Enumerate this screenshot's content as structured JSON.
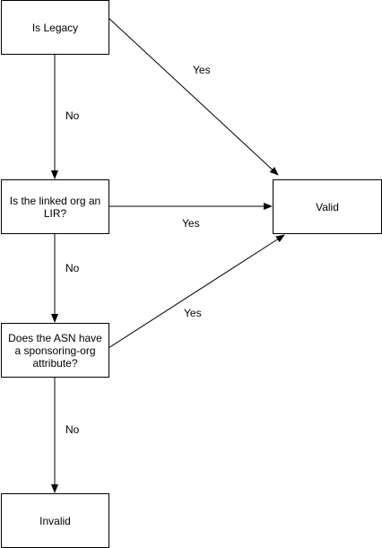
{
  "diagram": {
    "type": "flowchart",
    "nodes": {
      "is_legacy": "Is Legacy",
      "is_lir": "Is the linked org an LIR?",
      "has_sponsoring": "Does the ASN have a sponsoring-org attribute?",
      "valid": "Valid",
      "invalid": "Invalid"
    },
    "edges": [
      {
        "from": "is_legacy",
        "to": "valid",
        "label": "Yes"
      },
      {
        "from": "is_legacy",
        "to": "is_lir",
        "label": "No"
      },
      {
        "from": "is_lir",
        "to": "valid",
        "label": "Yes"
      },
      {
        "from": "is_lir",
        "to": "has_sponsoring",
        "label": "No"
      },
      {
        "from": "has_sponsoring",
        "to": "valid",
        "label": "Yes"
      },
      {
        "from": "has_sponsoring",
        "to": "invalid",
        "label": "No"
      }
    ],
    "colors": {
      "stroke": "#000000",
      "fill": "#ffffff",
      "text": "#000000"
    }
  }
}
